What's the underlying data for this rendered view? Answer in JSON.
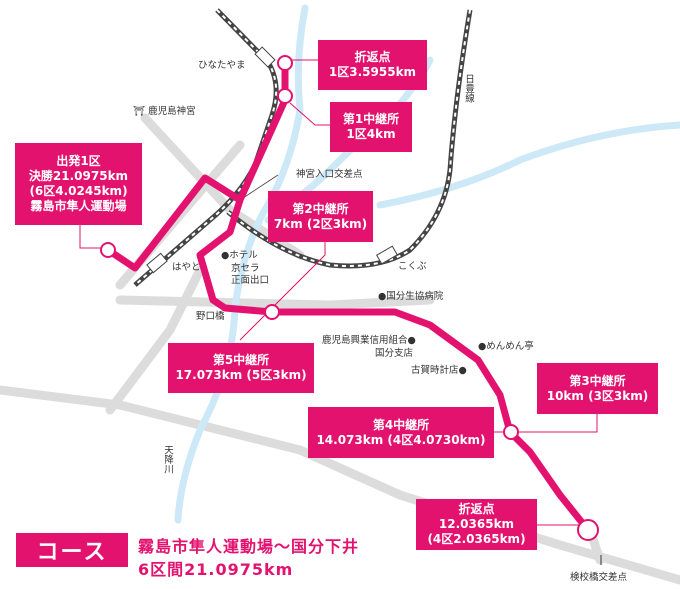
{
  "title": {
    "badge": "コース",
    "route": "霧島市隼人運動場～国分下井",
    "distance": "6区間21.0975km"
  },
  "checkpoints": [
    {
      "name": "出発1区",
      "lines": [
        "決勝21.0975km",
        "(6区4.0245km)",
        "霧島市隼人運動場"
      ]
    },
    {
      "name": "折返点",
      "lines": [
        "1区3.5955km"
      ]
    },
    {
      "name": "第1中継所",
      "lines": [
        "1区4km"
      ]
    },
    {
      "name": "第2中継所",
      "lines": [
        "7km (2区3km)"
      ]
    },
    {
      "name": "第3中継所",
      "lines": [
        "10km (3区3km)"
      ]
    },
    {
      "name": "第4中継所",
      "lines": [
        "14.073km (4区4.0730km)"
      ]
    },
    {
      "name": "折返点",
      "lines": [
        "12.0365km",
        "(4区2.0365km)"
      ]
    },
    {
      "name": "第5中継所",
      "lines": [
        "17.073km (5区3km)"
      ]
    }
  ],
  "landmarks": {
    "hinatayama": "ひなたやま",
    "shrine": "鹿児島神宮",
    "nippo": "日豊線",
    "jingu_iriguchi": "神宮入口交差点",
    "hotel": "●ホテル",
    "hotel2": "京セラ",
    "hotel3": "正面出口",
    "hayato": "はやと",
    "kokubu": "こくぶ",
    "hospital": "●国分生協病院",
    "noguchibashi": "野口橋",
    "bank1": "鹿児島興業信用組合●",
    "bank2": "国分支店",
    "menmen": "●めんめん亭",
    "koga": "古賀時計店●",
    "amori": "天降川",
    "kengyo": "検校橋交差点"
  },
  "colors": {
    "route": "#e4126f",
    "river": "#cde8f6",
    "road": "#d9d9d9",
    "rail": "#444444"
  }
}
